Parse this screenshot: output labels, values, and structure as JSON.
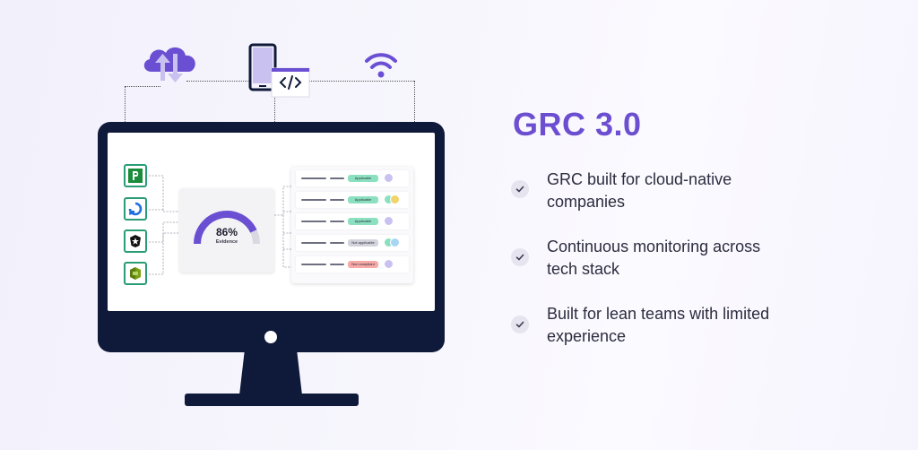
{
  "colors": {
    "brand_purple": "#6c4fd0",
    "monitor_navy": "#0f1a3a",
    "logo_green": "#2a9d74",
    "gauge_fill": "#6a4fd3"
  },
  "icons": [
    "cloud-sync-icon",
    "mobile-code-icon",
    "wifi-icon"
  ],
  "screen": {
    "gauge_value": "86%",
    "gauge_label": "Evidence",
    "gauge_fraction": 0.86,
    "logos": [
      "pagerduty-logo",
      "digitalocean-logo",
      "auth0-logo",
      "aws-logo"
    ],
    "controls": [
      {
        "status": "Applicable",
        "status_color": "#8be0c0",
        "avatars": 1
      },
      {
        "status": "Applicable",
        "status_color": "#8be0c0",
        "avatars": 2
      },
      {
        "status": "Applicable",
        "status_color": "#8be0c0",
        "avatars": 1
      },
      {
        "status": "Not applicable",
        "status_color": "#d3d3dc",
        "avatars": 2
      },
      {
        "status": "Non compliant",
        "status_color": "#f6a9a6",
        "avatars": 1
      }
    ]
  },
  "hero": {
    "title": "GRC 3.0",
    "features": [
      {
        "line1": "GRC built for cloud-native",
        "line2": "companies"
      },
      {
        "line1": "Continuous monitoring across",
        "line2": "tech stack"
      },
      {
        "line1": "Built for lean teams with limited",
        "line2": "experience"
      }
    ]
  }
}
